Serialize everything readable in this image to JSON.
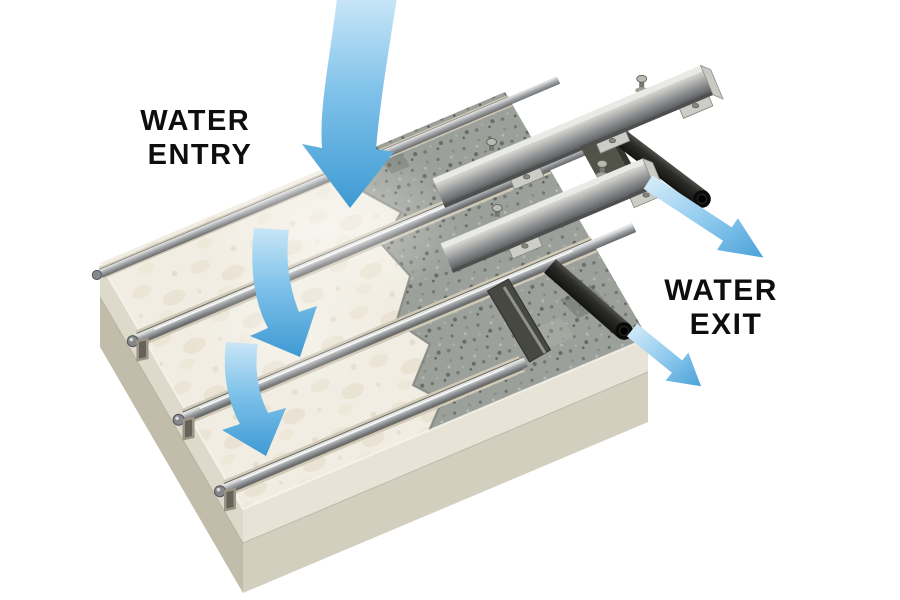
{
  "diagram": {
    "description": "Cutaway illustration of a paver joint drainage rail system: water enters through slotted rails between stone pavers and exits through black drain pipes at the side",
    "labels": {
      "water_entry": {
        "line1": "WATER",
        "line2": "ENTRY"
      },
      "water_exit": {
        "line1": "WATER",
        "line2": "EXIT"
      }
    },
    "colors": {
      "background": "#ffffff",
      "label_text": "#0e0e0e",
      "arrow_blue_light": "#c9e6f7",
      "arrow_blue_mid": "#7fc2ea",
      "arrow_blue_deep": "#3e9ad3",
      "paver_stone": "#f1ede2",
      "paver_blotch": "#e2d8c2",
      "concrete_bed": "#9ca09a",
      "slab_face_left": "#c2bdab",
      "slab_face_right": "#d3cfbf",
      "slab_face_back": "#beb9a7",
      "paver_face_left": "#ddd9cb",
      "paver_face_right": "#e7e3d6",
      "steel_rail_mid": "#a3a6a9",
      "channel_metal": "#95979a",
      "bracket_metal": "#cccdc7",
      "drain_pipe_black": "#1d1d1a",
      "cross_channel_dark": "#474842"
    },
    "parts": {
      "entry_arrows": [
        "entry-arrow-large",
        "entry-arrow-middle",
        "entry-arrow-lower"
      ],
      "exit_arrows": [
        "exit-arrow-upper",
        "exit-arrow-lower"
      ],
      "rails": [
        "joint-rail-back",
        "joint-rail-1",
        "joint-rail-2",
        "joint-rail-3"
      ],
      "channels": [
        "rail-channel-back",
        "rail-channel-front"
      ],
      "pipes": [
        "drain-pipe-upper",
        "drain-pipe-lower"
      ],
      "surfaces": [
        "stone-pavers",
        "concrete-bedding",
        "slab-base"
      ]
    }
  }
}
